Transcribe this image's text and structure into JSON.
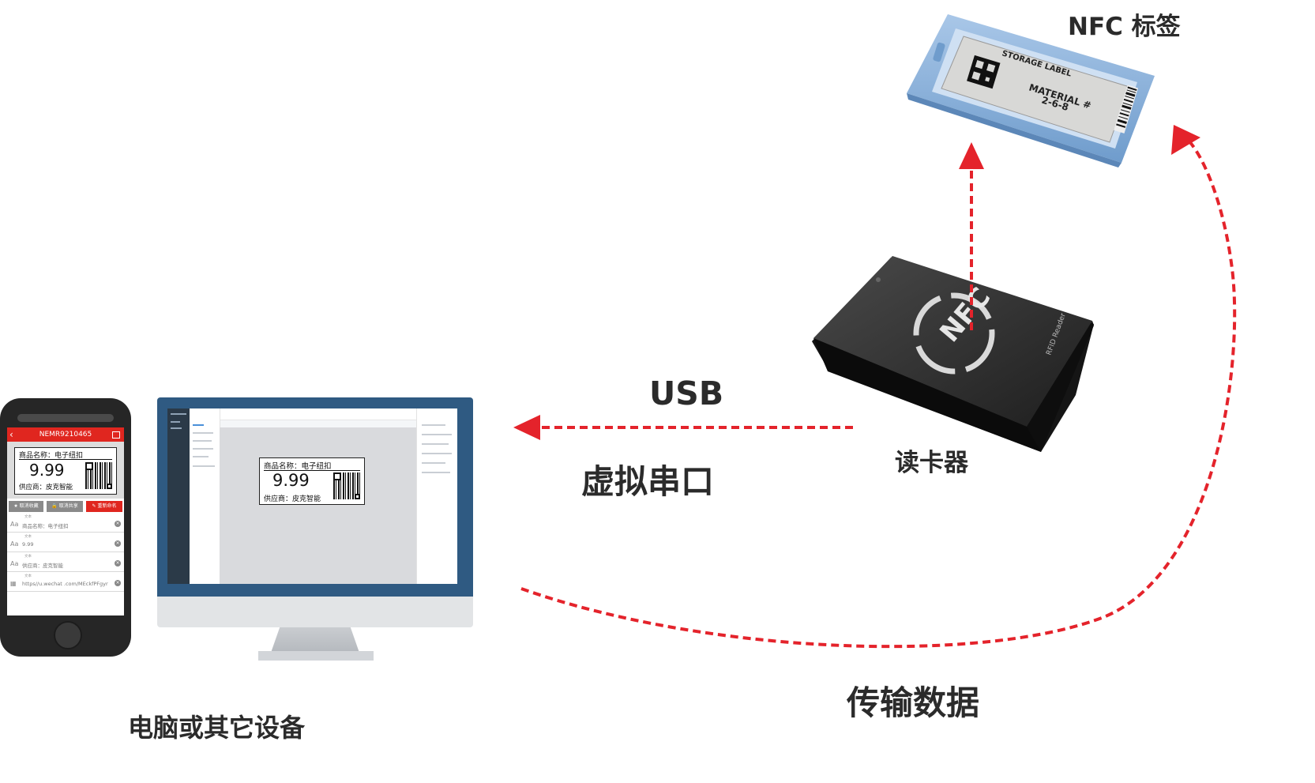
{
  "labels": {
    "nfc_tag": "NFC 标签",
    "usb": "USB",
    "virtual_serial": "虚拟串口",
    "card_reader": "读卡器",
    "transfer_data": "传输数据",
    "computer_devices": "电脑或其它设备"
  },
  "phone": {
    "title": "NEMR9210465",
    "tag": {
      "name": "商品名称：电子纽扣",
      "price": "9.99",
      "supplier": "供应商：皮克智能"
    },
    "buttons": [
      "取消收藏",
      "取消共享",
      "重新命名"
    ],
    "fields": [
      {
        "caption": "文本",
        "value": "商品名称：电子纽扣"
      },
      {
        "caption": "文本",
        "value": "9.99"
      },
      {
        "caption": "文本",
        "value": "供应商：皮克智能"
      },
      {
        "caption": "文本",
        "value": "https//u.wechat .com/MEckfPFgyr"
      }
    ]
  },
  "monitor": {
    "tag": {
      "name": "商品名称：电子纽扣",
      "price": "9.99",
      "supplier": "供应商：皮克智能"
    }
  },
  "nfc_label": {
    "header": "STORAGE LABEL",
    "line1": "MATERIAL #",
    "line2": "2-6-8"
  },
  "reader": {
    "logo": "NFC",
    "side_text": "RFID Reader"
  },
  "colors": {
    "arrow_red": "#e4232b",
    "phone_red": "#e0261f",
    "monitor_blue": "#2f5a82",
    "label_text": "#2b2b2b",
    "tag_blue": "#8fb4dc"
  }
}
